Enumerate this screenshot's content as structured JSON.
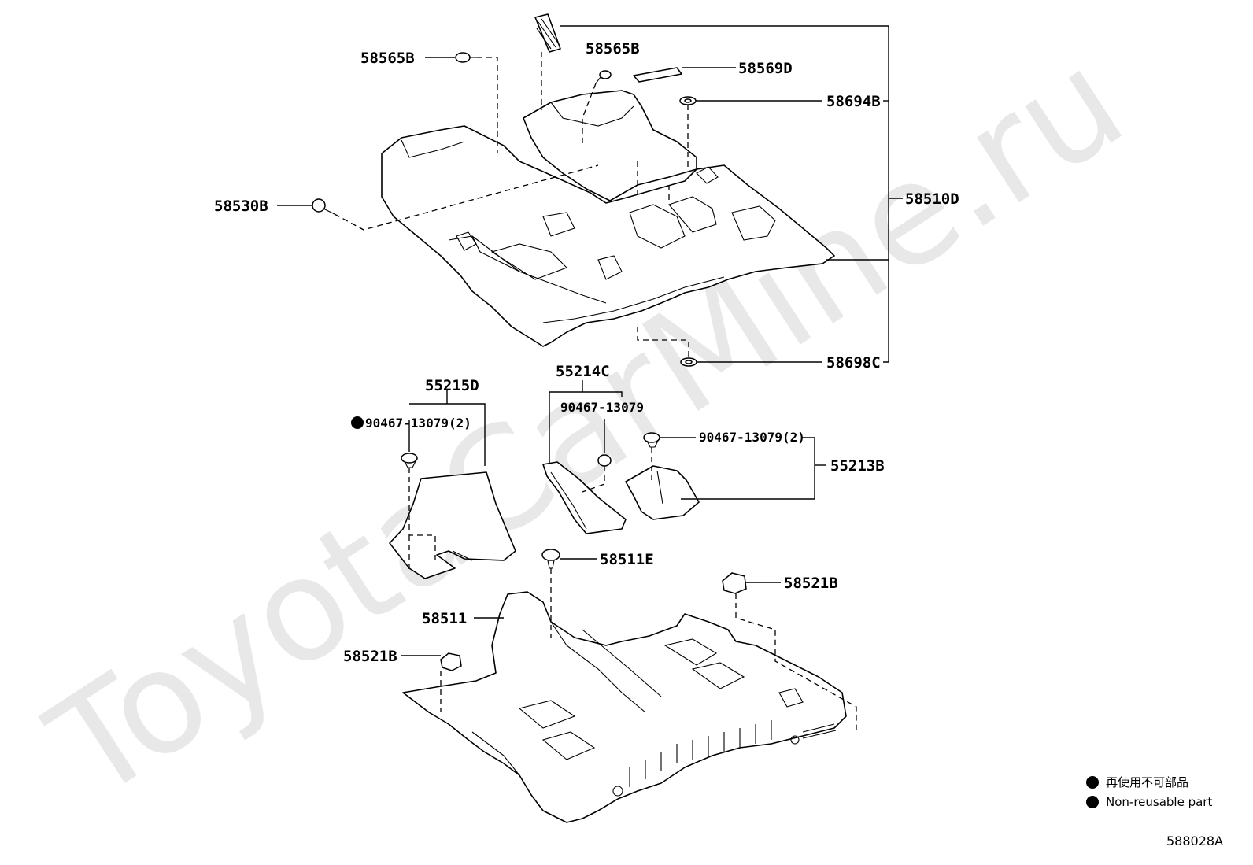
{
  "watermark": "ToyotaCarMine.ru",
  "labels": {
    "l58565B_left": "58565B",
    "l58565B_top": "58565B",
    "l58569D": "58569D",
    "l58694B": "58694B",
    "l58530B": "58530B",
    "l58510D": "58510D",
    "l58698C": "58698C",
    "l55215D": "55215D",
    "l90467_left": "90467-13079(2)",
    "l55214C": "55214C",
    "l90467_mid": "90467-13079",
    "l90467_right": "90467-13079(2)",
    "l55213B": "55213B",
    "l58511E": "58511E",
    "l58521B_right": "58521B",
    "l58511": "58511",
    "l58521B_left": "58521B"
  },
  "legend": {
    "line1": "再使用不可部品",
    "line2": "Non-reusable part"
  },
  "diagram_code": "588028A"
}
